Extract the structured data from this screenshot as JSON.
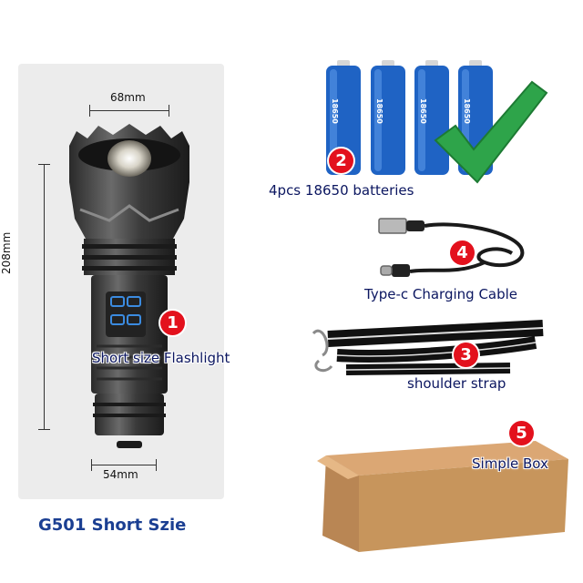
{
  "dimensions": {
    "width_top": "68mm",
    "height": "208mm",
    "width_bottom": "54mm"
  },
  "items": [
    {
      "number": "1",
      "label": "Short size Flashlight",
      "icon": "flashlight-icon"
    },
    {
      "number": "2",
      "label": "4pcs 18650 batteries",
      "icon": "battery-icon",
      "battery_text": "18650"
    },
    {
      "number": "3",
      "label": "shoulder strap",
      "icon": "strap-icon"
    },
    {
      "number": "4",
      "label": "Type-c Charging Cable",
      "icon": "cable-icon"
    },
    {
      "number": "5",
      "label": "Simple Box",
      "icon": "box-icon"
    }
  ],
  "model_label": "G501 Short Szie",
  "colors": {
    "badge": "#e3111d",
    "caption": "#0b1660",
    "title": "#1b3f92",
    "battery": "#1f63c4",
    "checkmark": "#2ea44a",
    "box": "#c7955c",
    "panel": "#ececec"
  }
}
